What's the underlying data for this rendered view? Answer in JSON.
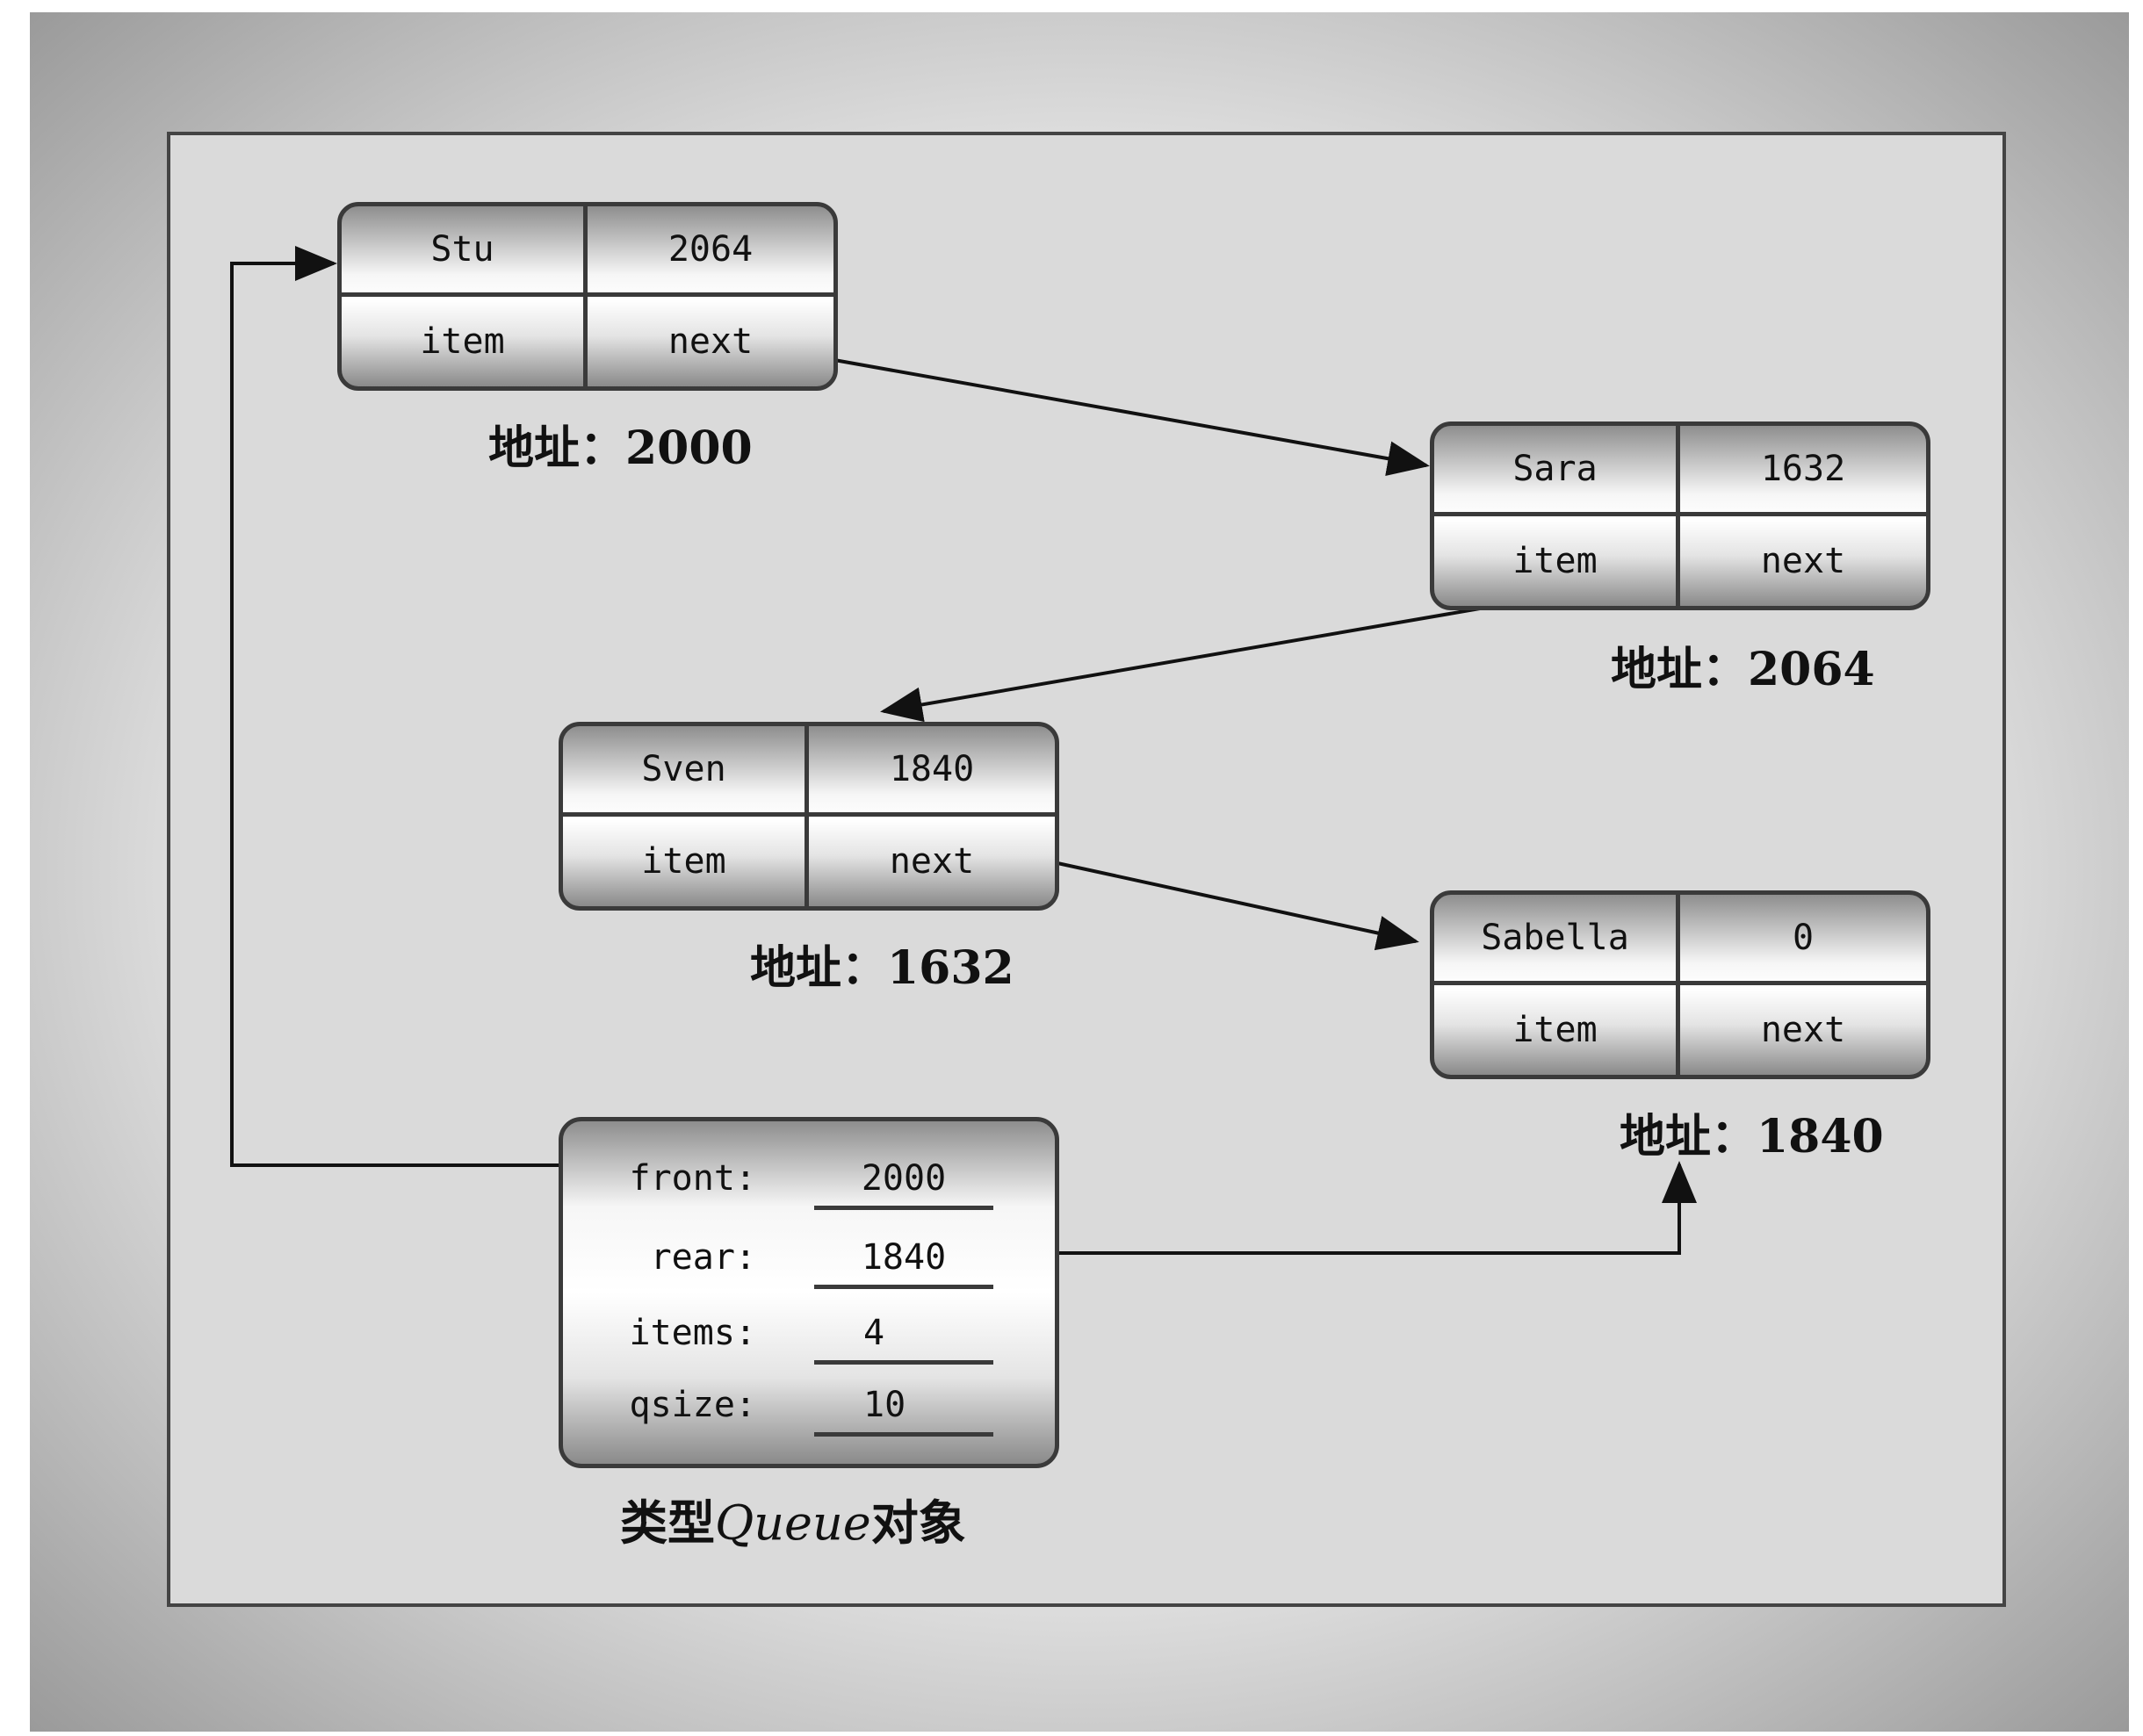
{
  "nodes": [
    {
      "item_value": "Stu",
      "next_value": "2064",
      "item_label": "item",
      "next_label": "next",
      "address": "地址：2000"
    },
    {
      "item_value": "Sara",
      "next_value": "1632",
      "item_label": "item",
      "next_label": "next",
      "address": "地址：2064"
    },
    {
      "item_value": "Sven",
      "next_value": "1840",
      "item_label": "item",
      "next_label": "next",
      "address": "地址：1632"
    },
    {
      "item_value": "Sabella",
      "next_value": "0",
      "item_label": "item",
      "next_label": "next",
      "address": "地址：1840"
    }
  ],
  "queue": {
    "fields": [
      {
        "label": "front:",
        "value": "2000"
      },
      {
        "label": "rear:",
        "value": "1840"
      },
      {
        "label": "items:",
        "value": "4"
      },
      {
        "label": "qsize:",
        "value": "10"
      }
    ],
    "caption_prefix": "类型",
    "caption_type": "Queue",
    "caption_suffix": "对象"
  }
}
